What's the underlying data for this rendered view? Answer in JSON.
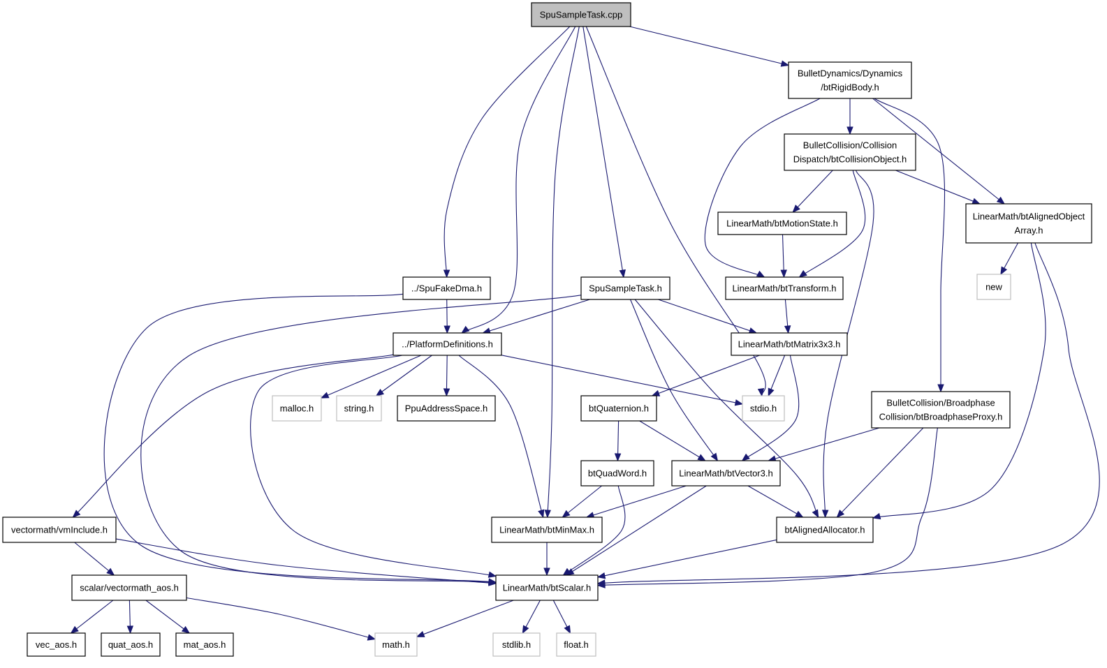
{
  "diagram": {
    "nodes": {
      "spusampletask_cpp": {
        "lines": [
          "SpuSampleTask.cpp"
        ],
        "kind": "root"
      },
      "btrigidbody": {
        "lines": [
          "BulletDynamics/Dynamics",
          "/btRigidBody.h"
        ],
        "kind": "doc"
      },
      "btcollisionobject": {
        "lines": [
          "BulletCollision/Collision",
          "Dispatch/btCollisionObject.h"
        ],
        "kind": "doc"
      },
      "btmotionstate": {
        "lines": [
          "LinearMath/btMotionState.h"
        ],
        "kind": "doc"
      },
      "btalignedobjectarray": {
        "lines": [
          "LinearMath/btAlignedObject",
          "Array.h"
        ],
        "kind": "doc"
      },
      "new": {
        "lines": [
          "new"
        ],
        "kind": "external"
      },
      "spufakedma": {
        "lines": [
          "../SpuFakeDma.h"
        ],
        "kind": "doc"
      },
      "spusampletask_h": {
        "lines": [
          "SpuSampleTask.h"
        ],
        "kind": "doc"
      },
      "bttransform": {
        "lines": [
          "LinearMath/btTransform.h"
        ],
        "kind": "doc"
      },
      "platformdefinitions": {
        "lines": [
          "../PlatformDefinitions.h"
        ],
        "kind": "doc"
      },
      "btmatrix3x3": {
        "lines": [
          "LinearMath/btMatrix3x3.h"
        ],
        "kind": "doc"
      },
      "malloc": {
        "lines": [
          "malloc.h"
        ],
        "kind": "external"
      },
      "string": {
        "lines": [
          "string.h"
        ],
        "kind": "external"
      },
      "ppuaddressspace": {
        "lines": [
          "PpuAddressSpace.h"
        ],
        "kind": "doc"
      },
      "stdio": {
        "lines": [
          "stdio.h"
        ],
        "kind": "external"
      },
      "btquaternion": {
        "lines": [
          "btQuaternion.h"
        ],
        "kind": "doc"
      },
      "btbroadphaseproxy": {
        "lines": [
          "BulletCollision/Broadphase",
          "Collision/btBroadphaseProxy.h"
        ],
        "kind": "doc"
      },
      "btquadword": {
        "lines": [
          "btQuadWord.h"
        ],
        "kind": "doc"
      },
      "btvector3": {
        "lines": [
          "LinearMath/btVector3.h"
        ],
        "kind": "doc"
      },
      "vmininclude": {
        "lines": [
          "vectormath/vmInclude.h"
        ],
        "kind": "doc"
      },
      "btminmax": {
        "lines": [
          "LinearMath/btMinMax.h"
        ],
        "kind": "doc"
      },
      "btalignedallocator": {
        "lines": [
          "btAlignedAllocator.h"
        ],
        "kind": "doc"
      },
      "vectormath_aos": {
        "lines": [
          "scalar/vectormath_aos.h"
        ],
        "kind": "doc"
      },
      "btscalar": {
        "lines": [
          "LinearMath/btScalar.h"
        ],
        "kind": "doc"
      },
      "vec_aos": {
        "lines": [
          "vec_aos.h"
        ],
        "kind": "doc"
      },
      "quat_aos": {
        "lines": [
          "quat_aos.h"
        ],
        "kind": "doc"
      },
      "mat_aos": {
        "lines": [
          "mat_aos.h"
        ],
        "kind": "doc"
      },
      "math": {
        "lines": [
          "math.h"
        ],
        "kind": "external"
      },
      "stdlib": {
        "lines": [
          "stdlib.h"
        ],
        "kind": "external"
      },
      "float": {
        "lines": [
          "float.h"
        ],
        "kind": "external"
      }
    },
    "edges": [
      [
        "spusampletask_cpp",
        "btrigidbody"
      ],
      [
        "spusampletask_cpp",
        "spufakedma"
      ],
      [
        "spusampletask_cpp",
        "platformdefinitions"
      ],
      [
        "spusampletask_cpp",
        "btminmax"
      ],
      [
        "spusampletask_cpp",
        "spusampletask_h"
      ],
      [
        "spusampletask_cpp",
        "stdio"
      ],
      [
        "btrigidbody",
        "btcollisionobject"
      ],
      [
        "btrigidbody",
        "bttransform"
      ],
      [
        "btrigidbody",
        "btalignedobjectarray"
      ],
      [
        "btrigidbody",
        "btbroadphaseproxy"
      ],
      [
        "btcollisionobject",
        "btmotionstate"
      ],
      [
        "btcollisionobject",
        "bttransform"
      ],
      [
        "btcollisionobject",
        "btalignedobjectarray"
      ],
      [
        "btcollisionobject",
        "btalignedallocator"
      ],
      [
        "btmotionstate",
        "bttransform"
      ],
      [
        "btalignedobjectarray",
        "new"
      ],
      [
        "btalignedobjectarray",
        "btalignedallocator"
      ],
      [
        "btalignedobjectarray",
        "btscalar"
      ],
      [
        "spufakedma",
        "platformdefinitions"
      ],
      [
        "spufakedma",
        "btscalar"
      ],
      [
        "spusampletask_h",
        "platformdefinitions"
      ],
      [
        "spusampletask_h",
        "btmatrix3x3"
      ],
      [
        "spusampletask_h",
        "btvector3"
      ],
      [
        "spusampletask_h",
        "btalignedallocator"
      ],
      [
        "spusampletask_h",
        "btscalar"
      ],
      [
        "bttransform",
        "btmatrix3x3"
      ],
      [
        "platformdefinitions",
        "malloc"
      ],
      [
        "platformdefinitions",
        "string"
      ],
      [
        "platformdefinitions",
        "ppuaddressspace"
      ],
      [
        "platformdefinitions",
        "stdio"
      ],
      [
        "platformdefinitions",
        "vmininclude"
      ],
      [
        "platformdefinitions",
        "btminmax"
      ],
      [
        "platformdefinitions",
        "btscalar"
      ],
      [
        "btmatrix3x3",
        "btquaternion"
      ],
      [
        "btmatrix3x3",
        "stdio"
      ],
      [
        "btmatrix3x3",
        "btvector3"
      ],
      [
        "btquaternion",
        "btquadword"
      ],
      [
        "btquaternion",
        "btvector3"
      ],
      [
        "btbroadphaseproxy",
        "btvector3"
      ],
      [
        "btbroadphaseproxy",
        "btalignedallocator"
      ],
      [
        "btbroadphaseproxy",
        "btscalar"
      ],
      [
        "btquadword",
        "btminmax"
      ],
      [
        "btquadword",
        "btscalar"
      ],
      [
        "btvector3",
        "btminmax"
      ],
      [
        "btvector3",
        "btalignedallocator"
      ],
      [
        "btvector3",
        "btscalar"
      ],
      [
        "vmininclude",
        "vectormath_aos"
      ],
      [
        "vmininclude",
        "btscalar"
      ],
      [
        "btminmax",
        "btscalar"
      ],
      [
        "btalignedallocator",
        "btscalar"
      ],
      [
        "vectormath_aos",
        "vec_aos"
      ],
      [
        "vectormath_aos",
        "quat_aos"
      ],
      [
        "vectormath_aos",
        "mat_aos"
      ],
      [
        "vectormath_aos",
        "math"
      ],
      [
        "btscalar",
        "math"
      ],
      [
        "btscalar",
        "stdlib"
      ],
      [
        "btscalar",
        "float"
      ]
    ]
  }
}
